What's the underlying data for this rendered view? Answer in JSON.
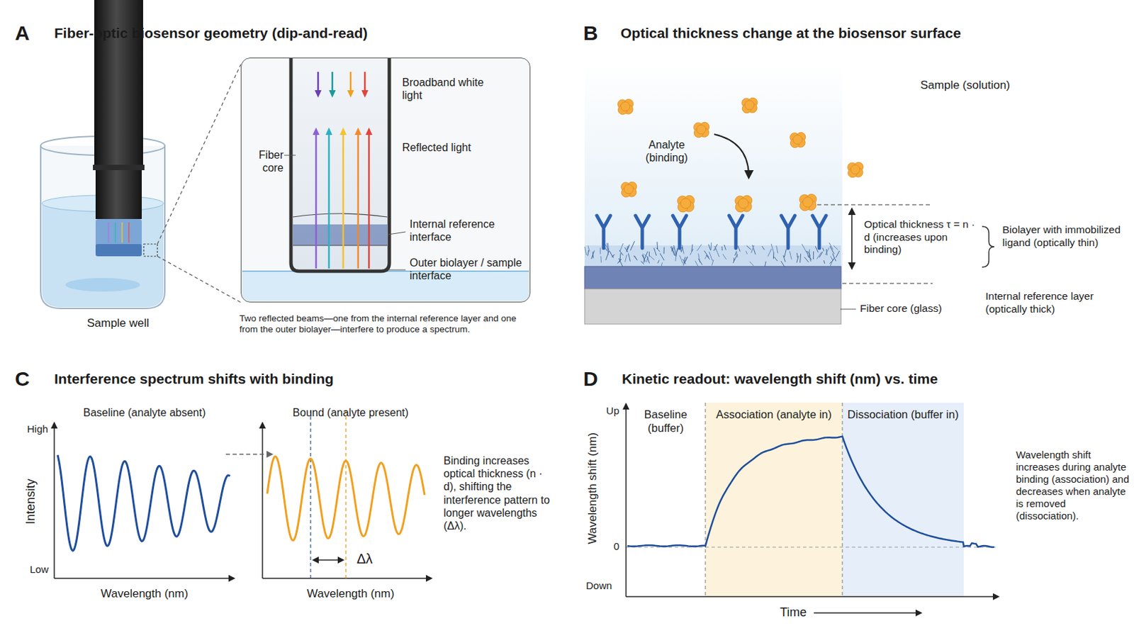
{
  "diagram": {
    "nodes": [
      {
        "text": [
          "Broadband white light",
          "Fiber core",
          "Reflected light",
          "Internal reference interface",
          "Outer biolayer / sample interface"
        ]
      },
      {
        "text": [
          "Baseline (buffer)"
        ]
      },
      {
        "text": [
          "Association (analyte in)"
        ]
      },
      {
        "text": [
          "Dissociation (buffer in)"
        ]
      }
    ],
    "labels": [
      "A",
      "Fiber-optic biosensor geometry (dip-and-read)",
      "Sample well",
      "Two reflected beams—one from the internal reference layer and one from the outer biolayer—interfere to produce a spectrum.",
      "B",
      "Optical thickness change at the biosensor surface",
      "Sample (solution)",
      "Analyte (binding)",
      "Optical thickness τ = n · d (increases upon binding)",
      "Biolayer with immobilized ligand (optically thin)",
      "Internal reference layer (optically thick)",
      "Fiber core (glass)",
      "C",
      "Interference spectrum shifts with binding",
      "Baseline (analyte absent)",
      "Bound (analyte present)",
      "High",
      "Intensity",
      "Low",
      "Wavelength (nm)",
      "Wavelength (nm)",
      "Δλ",
      "Binding increases optical thickness (n · d), shifting the interference pattern to longer wavelengths (Δλ).",
      "D",
      "Kinetic readout: wavelength shift (nm) vs. time",
      "Up",
      "Wavelength shift (nm)",
      "0",
      "Down",
      "Time",
      "Wavelength shift increases during analyte binding (association) and decreases when analyte is removed (dissociation)."
    ]
  }
}
